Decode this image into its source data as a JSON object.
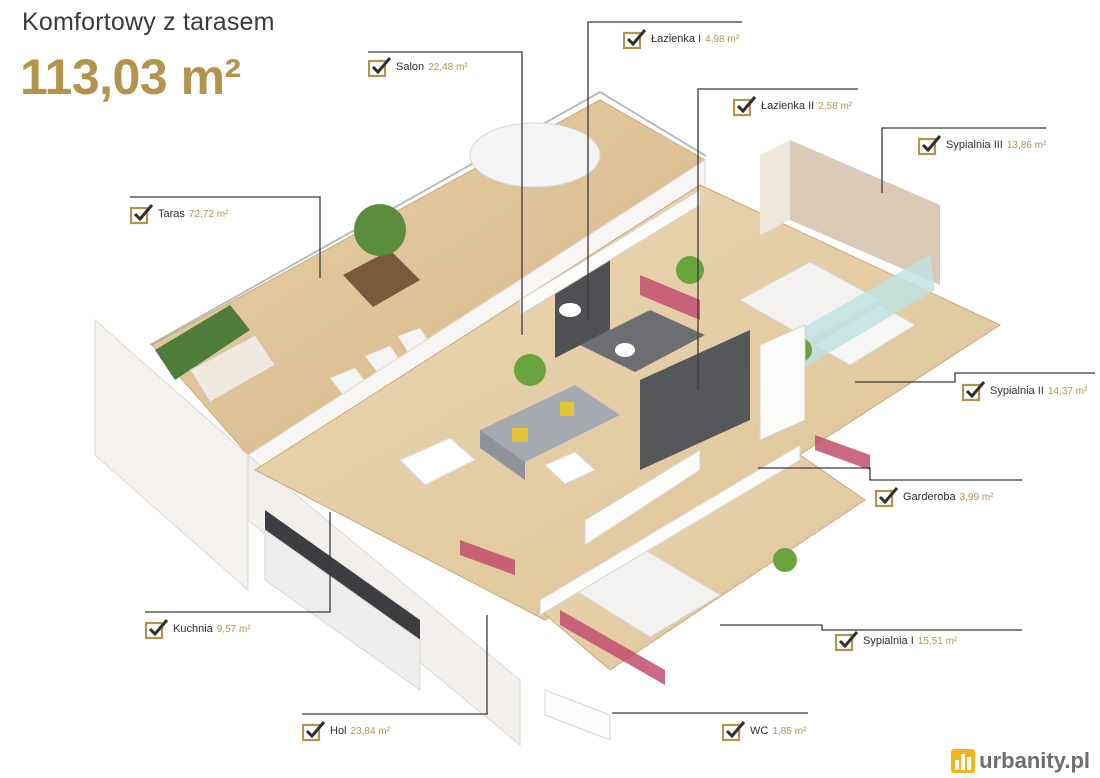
{
  "header": {
    "title": "Komfortowy z tarasem",
    "total_area": "113,03 m²"
  },
  "rooms": [
    {
      "id": "salon",
      "name": "Salon",
      "area": "22,48 m²"
    },
    {
      "id": "lazienka-1",
      "name": "Łazienka I",
      "area": "4,98 m²"
    },
    {
      "id": "lazienka-2",
      "name": "Łazienka II",
      "area": "2,58 m²"
    },
    {
      "id": "sypialnia-3",
      "name": "Sypialnia III",
      "area": "13,86 m²"
    },
    {
      "id": "taras",
      "name": "Taras",
      "area": "72,72 m²"
    },
    {
      "id": "sypialnia-2",
      "name": "Sypialnia II",
      "area": "14,37 m²"
    },
    {
      "id": "garderoba",
      "name": "Garderoba",
      "area": "3,99 m²"
    },
    {
      "id": "kuchnia",
      "name": "Kuchnia",
      "area": "9,57 m²"
    },
    {
      "id": "sypialnia-1",
      "name": "Sypialnia I",
      "area": "15,51 m²"
    },
    {
      "id": "hol",
      "name": "Hol",
      "area": "23,84 m²"
    },
    {
      "id": "wc",
      "name": "WC",
      "area": "1,85 m²"
    }
  ],
  "watermark": {
    "text": "urbanity.pl"
  },
  "colors": {
    "accent": "#b3944d",
    "text": "#3a3a3a",
    "line": "#3a3a3a"
  }
}
